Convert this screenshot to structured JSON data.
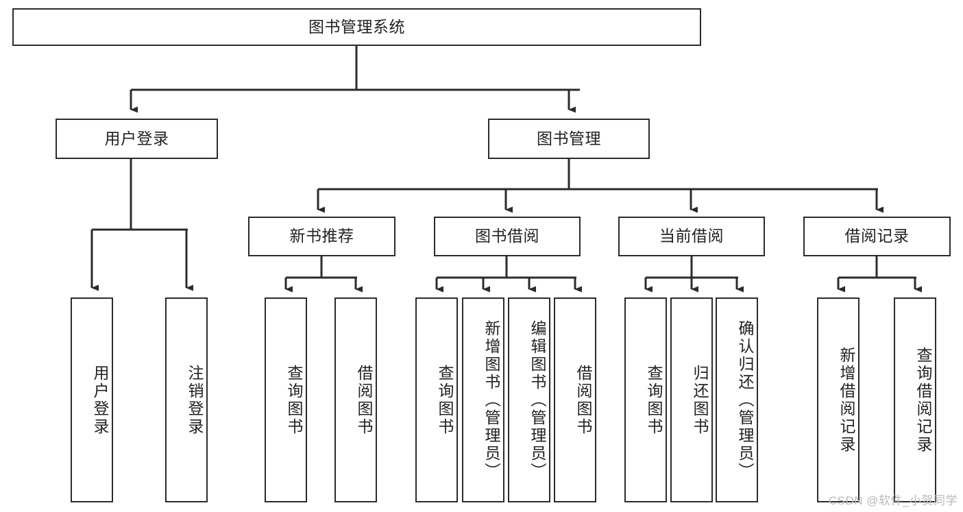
{
  "diagram": {
    "type": "tree-hierarchy",
    "title": "图书管理系统",
    "watermark": "CSDN @软件_小贺同学",
    "colors": {
      "box_border": "#2b2b2b",
      "box_fill": "#ffffff",
      "connector": "#2b2b2b",
      "text": "#222222",
      "watermark": "#b9b9b9",
      "background": "#ffffff"
    },
    "root": {
      "id": "root",
      "label": "图书管理系统"
    },
    "level2": [
      {
        "id": "user-login",
        "label": "用户登录"
      },
      {
        "id": "book-manage",
        "label": "图书管理"
      }
    ],
    "level3": [
      {
        "id": "new-book-rec",
        "label": "新书推荐",
        "parent": "book-manage"
      },
      {
        "id": "book-borrow",
        "label": "图书借阅",
        "parent": "book-manage"
      },
      {
        "id": "current-borrow",
        "label": "当前借阅",
        "parent": "book-manage"
      },
      {
        "id": "borrow-record",
        "label": "借阅记录",
        "parent": "book-manage"
      }
    ],
    "leaves": [
      {
        "id": "leaf-user-login",
        "label": "用户登录",
        "parent": "user-login"
      },
      {
        "id": "leaf-logout",
        "label": "注销登录",
        "parent": "user-login"
      },
      {
        "id": "leaf-query-book-1",
        "label": "查询图书",
        "parent": "new-book-rec"
      },
      {
        "id": "leaf-borrow-book-1",
        "label": "借阅图书",
        "parent": "new-book-rec"
      },
      {
        "id": "leaf-query-book-2",
        "label": "查询图书",
        "parent": "book-borrow"
      },
      {
        "id": "leaf-add-book",
        "label": "新增图书（管理员）",
        "parent": "book-borrow"
      },
      {
        "id": "leaf-edit-book",
        "label": "编辑图书（管理员）",
        "parent": "book-borrow"
      },
      {
        "id": "leaf-borrow-book-2",
        "label": "借阅图书",
        "parent": "book-borrow"
      },
      {
        "id": "leaf-query-book-3",
        "label": "查询图书",
        "parent": "current-borrow"
      },
      {
        "id": "leaf-return-book",
        "label": "归还图书",
        "parent": "current-borrow"
      },
      {
        "id": "leaf-confirm-return",
        "label": "确认归还（管理员）",
        "parent": "current-borrow"
      },
      {
        "id": "leaf-add-record",
        "label": "新增借阅记录",
        "parent": "borrow-record"
      },
      {
        "id": "leaf-query-record",
        "label": "查询借阅记录",
        "parent": "borrow-record"
      }
    ]
  }
}
